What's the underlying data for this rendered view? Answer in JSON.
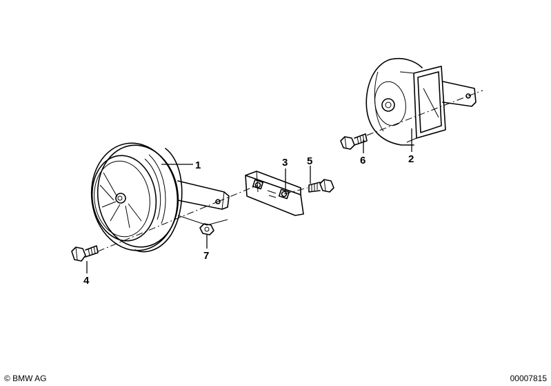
{
  "callouts": {
    "c1": "1",
    "c2": "2",
    "c3": "3",
    "c4": "4",
    "c5": "5",
    "c6": "6",
    "c7": "7"
  },
  "footer": {
    "copyright": "© BMW AG",
    "diagram_number": "00007815"
  }
}
